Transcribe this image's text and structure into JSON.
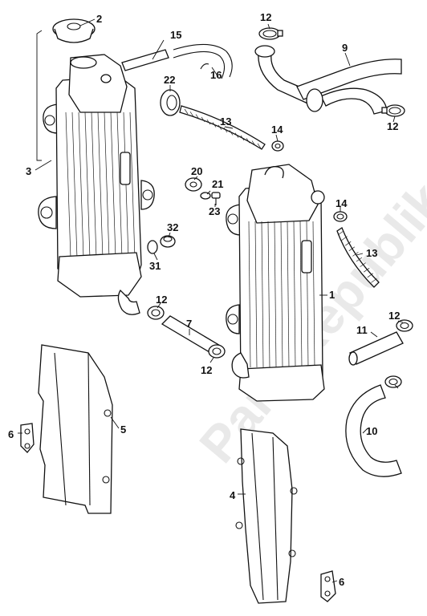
{
  "diagram": {
    "watermark": "PartsRepublik",
    "callouts": {
      "c1": "1",
      "c2": "2",
      "c3": "3",
      "c4": "4",
      "c5": "5",
      "c6a": "6",
      "c6b": "6",
      "c7": "7",
      "c9": "9",
      "c10": "10",
      "c11": "11",
      "c12a": "12",
      "c12b": "12",
      "c12c": "12",
      "c12d": "12",
      "c12e": "12",
      "c13a": "13",
      "c13b": "13",
      "c14a": "14",
      "c14b": "14",
      "c15": "15",
      "c16": "16",
      "c20": "20",
      "c21": "21",
      "c22": "22",
      "c23": "23",
      "c31": "31",
      "c32": "32"
    }
  }
}
